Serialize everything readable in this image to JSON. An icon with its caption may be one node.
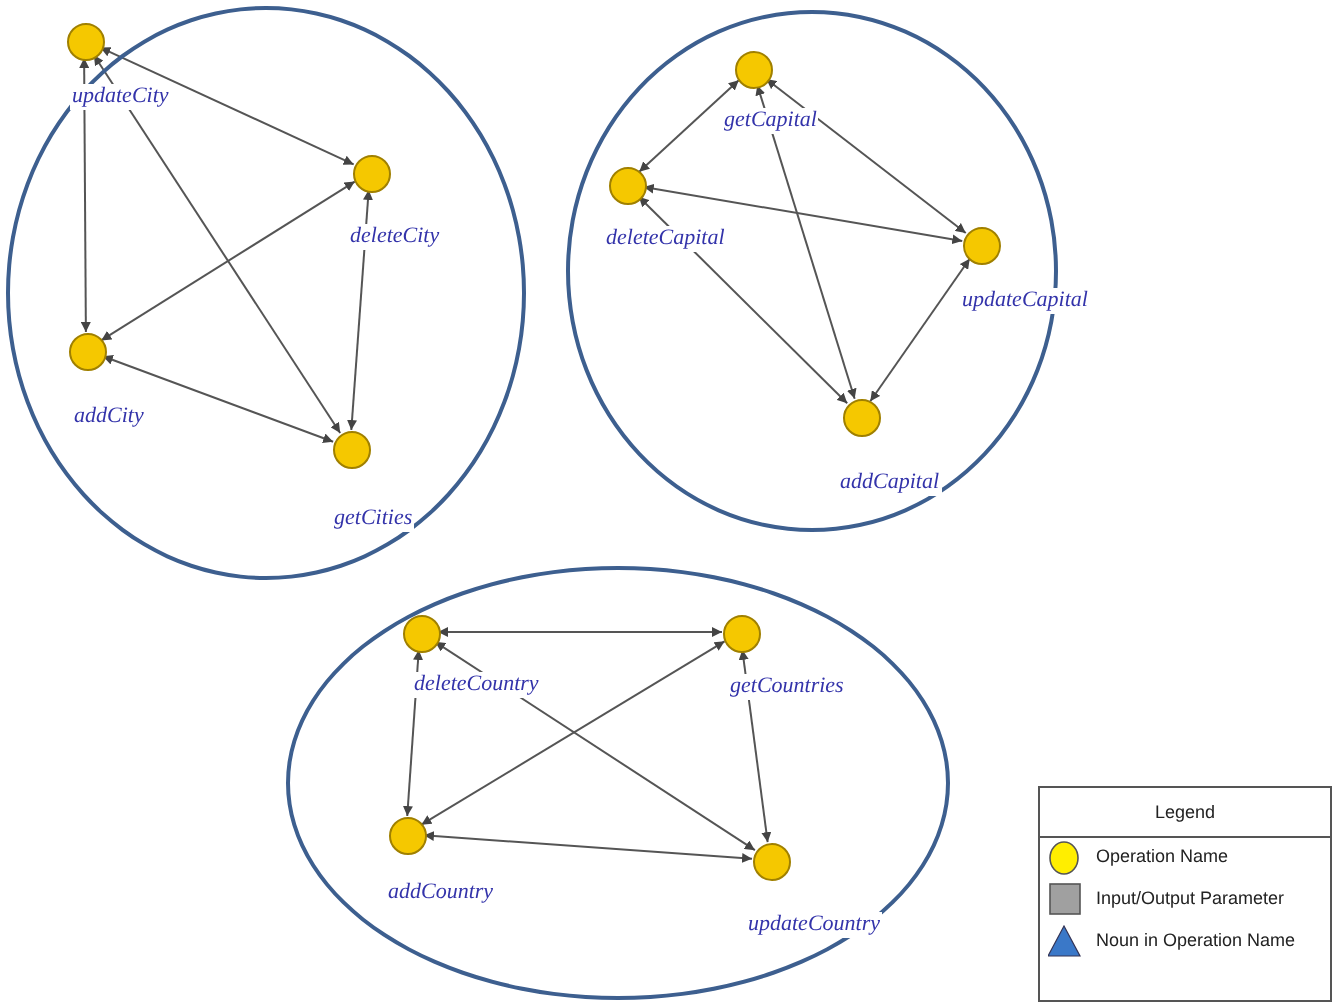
{
  "diagram": {
    "nodes": [
      {
        "text": [],
        "shape": "ellipse"
      },
      {
        "text": [
          "updateCity"
        ],
        "in": 0
      },
      {
        "text": [
          "deleteCity"
        ],
        "in": 0
      },
      {
        "text": [
          "addCity"
        ],
        "in": 0
      },
      {
        "text": [
          "getCities"
        ],
        "in": 0
      },
      {
        "text": [],
        "shape": "ellipse"
      },
      {
        "text": [
          "getCapital"
        ],
        "in": 5
      },
      {
        "text": [
          "deleteCapital"
        ],
        "in": 5
      },
      {
        "text": [
          "updateCapital"
        ],
        "in": 5
      },
      {
        "text": [
          "addCapital"
        ],
        "in": 5
      },
      {
        "text": [],
        "shape": "ellipse"
      },
      {
        "text": [
          "deleteCountry"
        ],
        "in": 10
      },
      {
        "text": [
          "getCountries"
        ],
        "in": 10
      },
      {
        "text": [
          "addCountry"
        ],
        "in": 10
      },
      {
        "text": [
          "updateCountry"
        ],
        "in": 10
      }
    ],
    "edges": [
      {
        "from": 1,
        "to": 2,
        "arrow": "both"
      },
      {
        "from": 1,
        "to": 3,
        "arrow": "both"
      },
      {
        "from": 1,
        "to": 4,
        "arrow": "both"
      },
      {
        "from": 2,
        "to": 3,
        "arrow": "both"
      },
      {
        "from": 2,
        "to": 4,
        "arrow": "both"
      },
      {
        "from": 3,
        "to": 4,
        "arrow": "both"
      },
      {
        "from": 6,
        "to": 7,
        "arrow": "both"
      },
      {
        "from": 6,
        "to": 8,
        "arrow": "both"
      },
      {
        "from": 6,
        "to": 9,
        "arrow": "both"
      },
      {
        "from": 7,
        "to": 8,
        "arrow": "both"
      },
      {
        "from": 7,
        "to": 9,
        "arrow": "both"
      },
      {
        "from": 8,
        "to": 9,
        "arrow": "both"
      },
      {
        "from": 11,
        "to": 12,
        "arrow": "both"
      },
      {
        "from": 11,
        "to": 13,
        "arrow": "both"
      },
      {
        "from": 11,
        "to": 14,
        "arrow": "both"
      },
      {
        "from": 12,
        "to": 13,
        "arrow": "both"
      },
      {
        "from": 12,
        "to": 14,
        "arrow": "both"
      },
      {
        "from": 13,
        "to": 14,
        "arrow": "both"
      }
    ],
    "labels": [
      "Legend"
    ],
    "legend": [
      {
        "text": "Operation Name"
      },
      {
        "text": "Input/Output Parameter"
      },
      {
        "text": "Noun in Operation Name"
      }
    ]
  }
}
